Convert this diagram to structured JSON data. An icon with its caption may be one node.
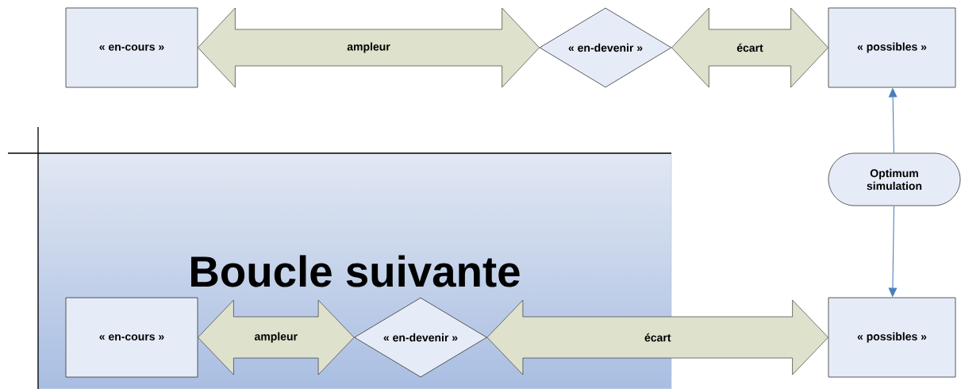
{
  "diagram": {
    "nodes": [
      {
        "text": [
          "« en-cours »"
        ]
      },
      {
        "text": [
          "« en-devenir »"
        ]
      },
      {
        "text": [
          "« possibles »"
        ]
      },
      {
        "text": [
          "Optimum simulation"
        ]
      },
      {
        "text": [
          "Boucle suivante"
        ]
      },
      {
        "text": [
          "« en-cours »"
        ],
        "in": 4
      },
      {
        "text": [
          "« en-devenir »"
        ],
        "in": 4
      },
      {
        "text": [
          "« possibles »"
        ]
      }
    ],
    "edges": [
      {
        "from": 0,
        "to": 1,
        "arrow": "both",
        "label": "ampleur",
        "style": "thick"
      },
      {
        "from": 1,
        "to": 2,
        "arrow": "both",
        "label": "écart",
        "style": "thick"
      },
      {
        "from": 3,
        "to": 2,
        "arrow": "to",
        "color": "#4a7ebb"
      },
      {
        "from": 3,
        "to": 7,
        "arrow": "to",
        "color": "#4a7ebb"
      },
      {
        "from": 5,
        "to": 6,
        "arrow": "both",
        "label": "ampleur",
        "style": "thick"
      },
      {
        "from": 6,
        "to": 7,
        "arrow": "both",
        "label": "écart",
        "style": "thick"
      }
    ]
  }
}
